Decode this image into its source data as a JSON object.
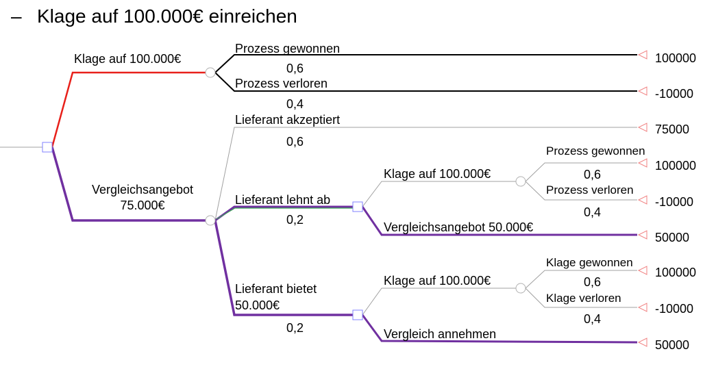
{
  "header": {
    "bullet": "–",
    "title": "Klage auf 100.000€ einreichen"
  },
  "colors": {
    "red_path": "#e8201a",
    "purple_path": "#7030a0",
    "black_branch": "#000000",
    "gray_branch": "#a0a0a0",
    "decision_node": "#8080ff",
    "chance_node": "#b0b0b0",
    "terminal_node": "#f08080"
  },
  "tree": {
    "root_decision": {
      "branches": {
        "klage": {
          "label": "Klage auf 100.000€"
        },
        "vergleich": {
          "label_line1": "Vergleichsangebot",
          "label_line2": "75.000€"
        }
      }
    },
    "klage_chance": {
      "won": {
        "label": "Prozess gewonnen",
        "prob": "0,6",
        "payoff": "100000"
      },
      "lost": {
        "label": "Prozess verloren",
        "prob": "0,4",
        "payoff": "-10000"
      }
    },
    "vergleich_chance": {
      "accepts": {
        "label": "Lieferant akzeptiert",
        "prob": "0,6",
        "payoff": "75000"
      },
      "rejects": {
        "label": "Lieferant lehnt ab",
        "prob": "0,2"
      },
      "counter": {
        "label_line1": "Lieferant bietet",
        "label_line2": "50.000€",
        "prob": "0,2"
      }
    },
    "rejects_decision": {
      "klage": {
        "label": "Klage auf 100.000€"
      },
      "vergleich": {
        "label": "Vergleichsangebot 50.000€",
        "payoff": "50000"
      }
    },
    "rejects_klage_chance": {
      "won": {
        "label": "Prozess gewonnen",
        "prob": "0,6",
        "payoff": "100000"
      },
      "lost": {
        "label": "Prozess verloren",
        "prob": "0,4",
        "payoff": "-10000"
      }
    },
    "counter_decision": {
      "klage": {
        "label": "Klage auf 100.000€"
      },
      "accept": {
        "label": "Vergleich annehmen",
        "payoff": "50000"
      }
    },
    "counter_klage_chance": {
      "won": {
        "label": "Klage gewonnen",
        "prob": "0,6",
        "payoff": "100000"
      },
      "lost": {
        "label": "Klage verloren",
        "prob": "0,4",
        "payoff": "-10000"
      }
    }
  }
}
